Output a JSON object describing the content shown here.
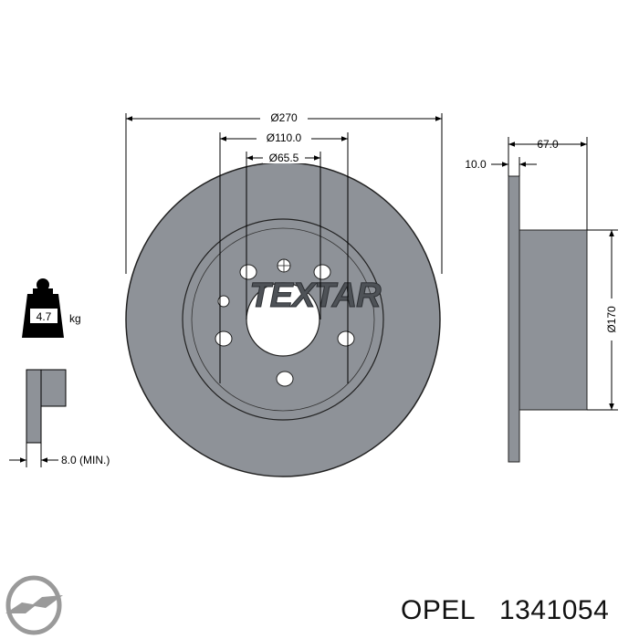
{
  "dimensions": {
    "outer_diameter": "Ø270",
    "bolt_circle": "Ø110.0",
    "center_bore": "Ø65.5",
    "total_height": "67.0",
    "disc_thickness": "10.0",
    "hat_diameter": "Ø170",
    "min_thickness": "8.0 (MIN.)"
  },
  "weight": {
    "value": "4.7",
    "unit": "kg"
  },
  "brand_on_disc": "TEXTAR",
  "footer": {
    "brand": "OPEL",
    "part_number": "1341054"
  },
  "icons": [
    "weight-icon",
    "opel-logo-icon"
  ],
  "colors": {
    "disc": "#8e9298",
    "line": "#000000",
    "logo": "#9a9a9a"
  }
}
